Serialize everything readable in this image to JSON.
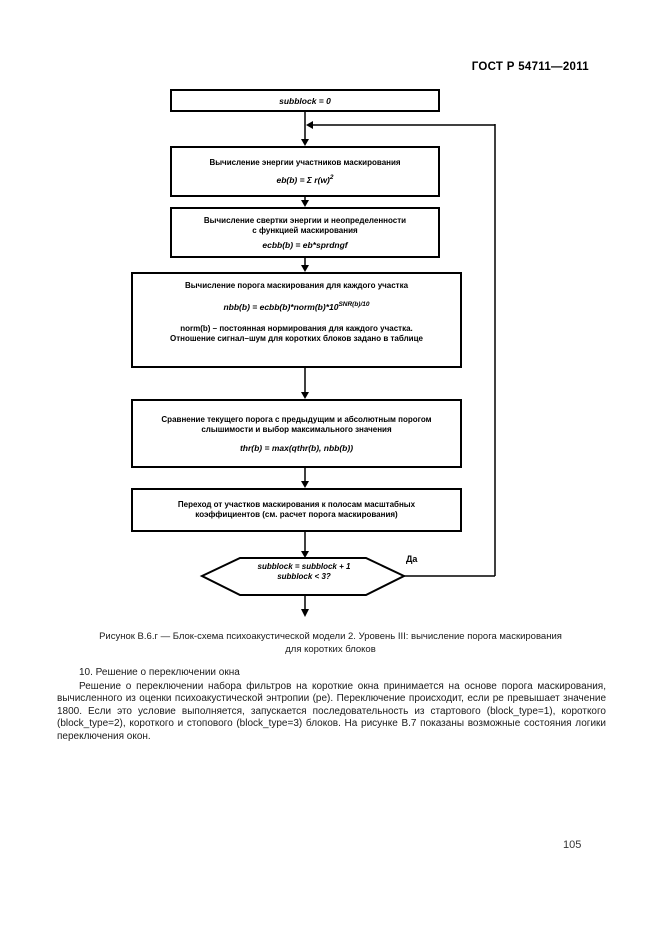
{
  "header": {
    "title": "ГОСТ Р 54711—2011"
  },
  "flowchart": {
    "box1": {
      "text": "subblock = 0"
    },
    "box2": {
      "title": "Вычисление энергии участников маскирования",
      "formula_base": "eb(b) = Σ r(w)",
      "formula_sup": "2"
    },
    "box3": {
      "title_line1": "Вычисление свертки энергии и неопределенности",
      "title_line2": "с функцией маскирования",
      "formula": "ecbb(b) = eb*sprdngf"
    },
    "box4": {
      "title": "Вычисление порога маскирования для каждого участка",
      "formula_base": "nbb(b) = ecbb(b)*norm(b)*10",
      "formula_sup": "SNR(b)/10",
      "note_line1": "norm(b) – постоянная нормирования для каждого участка.",
      "note_line2": "Отношение сигнал–шум для коротких блоков задано в таблице"
    },
    "box5": {
      "title_line1": "Сравнение текущего порога с предыдущим и абсолютным порогом",
      "title_line2": "слышимости и выбор максимального значения",
      "formula": "thr(b) = max(qthr(b), nbb(b))"
    },
    "box6": {
      "line1": "Переход от участков маскирования к полосам масштабных",
      "line2": "коэффициентов (см. расчет порога маскирования)"
    },
    "decision": {
      "line1": "subblock = subblock + 1",
      "line2": "subblock < 3?",
      "yes_label": "Да"
    }
  },
  "caption": {
    "line1": "Рисунок В.6.г — Блок-схема психоакустической модели 2. Уровень III: вычисление порога маскирования",
    "line2": "для коротких блоков"
  },
  "body_text": {
    "heading": "10. Решение о переключении окна",
    "paragraph": "Решение о переключении набора фильтров на короткие окна принимается на основе порога маскирования, вычисленного из оценки психоакустической энтропии (ре). Переключение происходит, если ре превышает значение 1800. Если это условие выполняется, запускается последовательность из стартового (block_type=1), короткого (block_type=2), короткого и стопового (block_type=3) блоков. На рисунке В.7 показаны возможные состояния логики переключения окон."
  },
  "page_number": "105"
}
